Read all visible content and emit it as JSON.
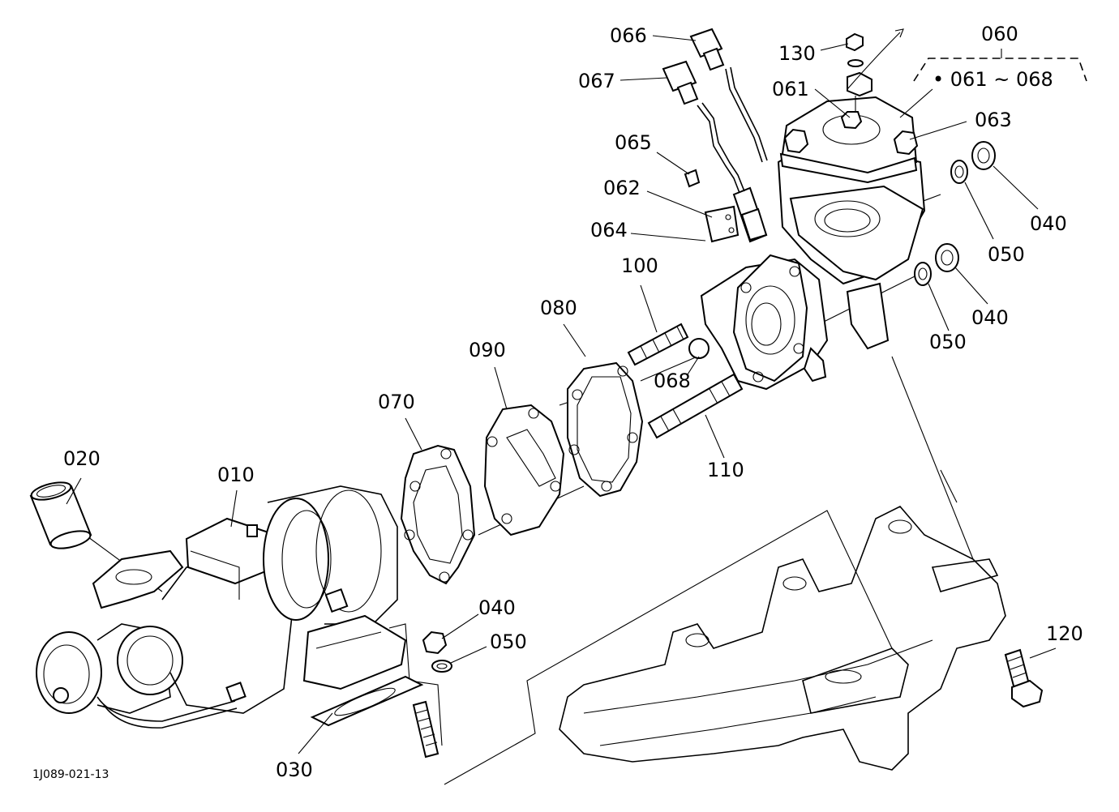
{
  "drawing_code": "1J089-021-13",
  "labels": {
    "p010": "010",
    "p020": "020",
    "p030": "030",
    "p040a": "040",
    "p040b": "040",
    "p040c": "040",
    "p050a": "050",
    "p050b": "050",
    "p050c": "050",
    "p060": "060",
    "p061": "061",
    "p062": "062",
    "p063": "063",
    "p064": "064",
    "p065": "065",
    "p066": "066",
    "p067": "067",
    "p068": "068",
    "p070": "070",
    "p080": "080",
    "p090": "090",
    "p100": "100",
    "p110": "110",
    "p120": "120",
    "p130": "130",
    "range": "• 061 ~ 068"
  }
}
